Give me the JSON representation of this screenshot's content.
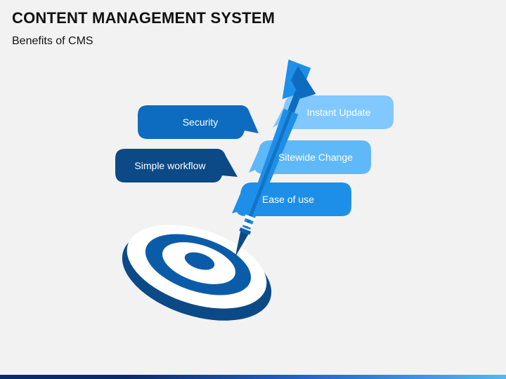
{
  "header": {
    "title": "CONTENT MANAGEMENT SYSTEM",
    "subtitle": "Benefits of CMS"
  },
  "callouts": {
    "security": "Security",
    "simple_workflow": "Simple workflow",
    "instant_update": "Instant Update",
    "sitewide_change": "Sitewide Change",
    "ease_of_use": "Ease of use"
  },
  "colors": {
    "navy": "#0b4a86",
    "dark_blue": "#0d6cc0",
    "mid_blue": "#1e8fe8",
    "light_blue": "#5fb8f8",
    "pale_blue": "#80c8ff",
    "background": "#f2f2f2"
  }
}
